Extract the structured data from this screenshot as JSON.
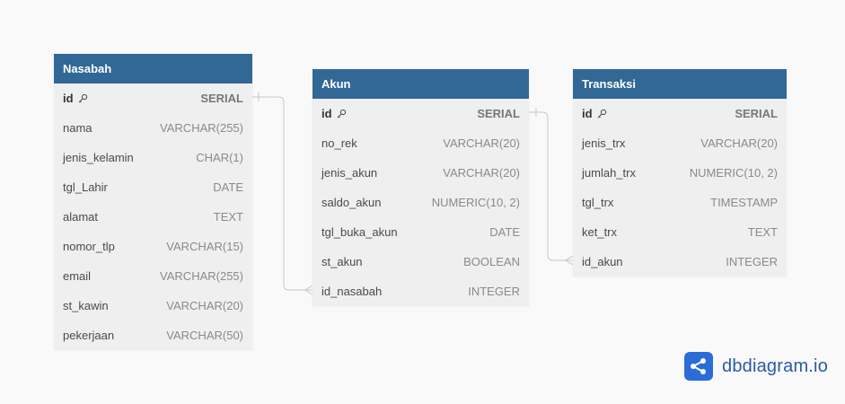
{
  "tables": [
    {
      "name": "Nasabah",
      "fields": [
        {
          "name": "id",
          "type": "SERIAL",
          "pk": true
        },
        {
          "name": "nama",
          "type": "VARCHAR(255)"
        },
        {
          "name": "jenis_kelamin",
          "type": "CHAR(1)"
        },
        {
          "name": "tgl_Lahir",
          "type": "DATE"
        },
        {
          "name": "alamat",
          "type": "TEXT"
        },
        {
          "name": "nomor_tlp",
          "type": "VARCHAR(15)"
        },
        {
          "name": "email",
          "type": "VARCHAR(255)"
        },
        {
          "name": "st_kawin",
          "type": "VARCHAR(20)"
        },
        {
          "name": "pekerjaan",
          "type": "VARCHAR(50)"
        }
      ]
    },
    {
      "name": "Akun",
      "fields": [
        {
          "name": "id",
          "type": "SERIAL",
          "pk": true
        },
        {
          "name": "no_rek",
          "type": "VARCHAR(20)"
        },
        {
          "name": "jenis_akun",
          "type": "VARCHAR(20)"
        },
        {
          "name": "saldo_akun",
          "type": "NUMERIC(10, 2)"
        },
        {
          "name": "tgl_buka_akun",
          "type": "DATE"
        },
        {
          "name": "st_akun",
          "type": "BOOLEAN"
        },
        {
          "name": "id_nasabah",
          "type": "INTEGER"
        }
      ]
    },
    {
      "name": "Transaksi",
      "fields": [
        {
          "name": "id",
          "type": "SERIAL",
          "pk": true
        },
        {
          "name": "jenis_trx",
          "type": "VARCHAR(20)"
        },
        {
          "name": "jumlah_trx",
          "type": "NUMERIC(10, 2)"
        },
        {
          "name": "tgl_trx",
          "type": "TIMESTAMP"
        },
        {
          "name": "ket_trx",
          "type": "TEXT"
        },
        {
          "name": "id_akun",
          "type": "INTEGER"
        }
      ]
    }
  ],
  "brand": {
    "name": "dbdiagram.io"
  },
  "colors": {
    "header": "#316896",
    "table_bg": "#efefef",
    "canvas": "#f9f9f9",
    "connector": "#c8c8c8"
  }
}
